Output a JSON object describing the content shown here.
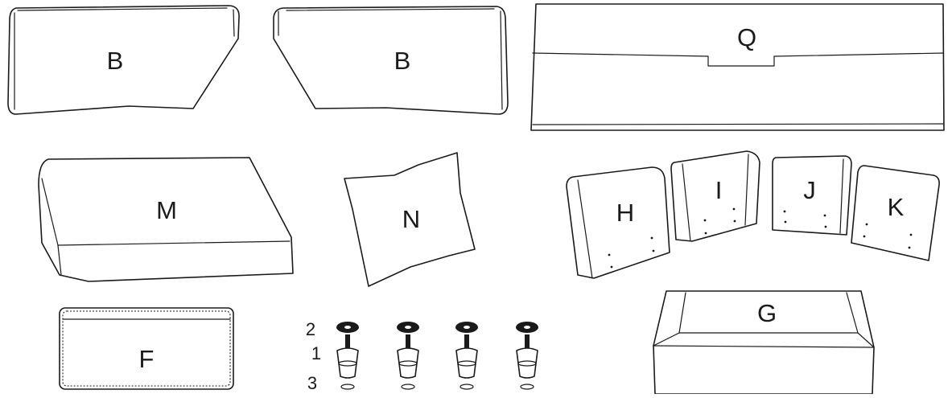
{
  "parts": {
    "b_left": "B",
    "b_right": "B",
    "q": "Q",
    "m": "M",
    "n": "N",
    "h": "H",
    "i": "I",
    "j": "J",
    "k": "K",
    "f": "F",
    "g": "G"
  },
  "hardware_labels": {
    "disc": "2",
    "leg": "1",
    "washer": "3"
  },
  "colors": {
    "line": "#1a1a1a",
    "background": "#ffffff"
  }
}
